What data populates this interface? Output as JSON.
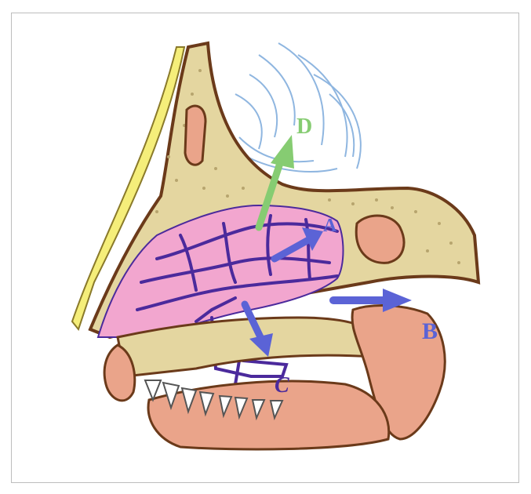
{
  "figure": {
    "labels": {
      "a": "A",
      "b": "B",
      "c": "C",
      "d": "D"
    },
    "colors": {
      "bone": "#e4d6a0",
      "bone_speckle": "#b7a56e",
      "mucosa": "#f2a6cf",
      "vessels": "#4b2a9c",
      "arrow_blue": "#5b63d6",
      "arrow_green": "#86cc72",
      "skin_yellow": "#f5ee7a",
      "soft_tissue": "#eaa48a",
      "brain_lines": "#8fb6e0",
      "outline": "#6b3a1a"
    }
  }
}
